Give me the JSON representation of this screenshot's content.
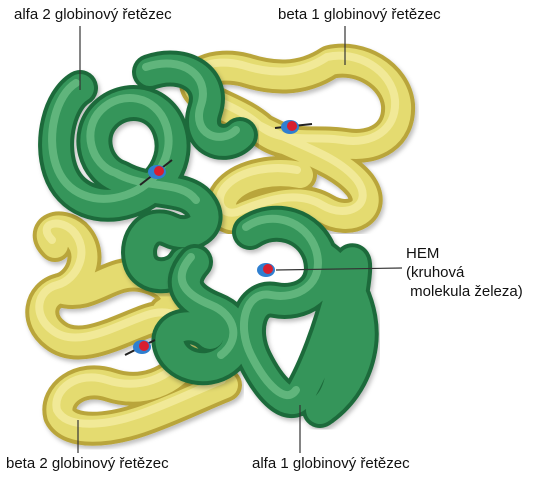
{
  "labels": {
    "alfa2": "alfa 2 globinový řetězec",
    "beta1": "beta 1 globinový řetězec",
    "beta2": "beta 2 globinový řetězec",
    "alfa1": "alfa 1 globinový řetězec",
    "hem_title": "HEM",
    "hem_desc1": "(kruhová",
    "hem_desc2": " molekula železa)"
  },
  "colors": {
    "alpha_chain": "#2f8f4e",
    "beta_chain": "#e2d85e",
    "heme_red": "#d81f2f",
    "heme_blue": "#2f7fd0"
  }
}
